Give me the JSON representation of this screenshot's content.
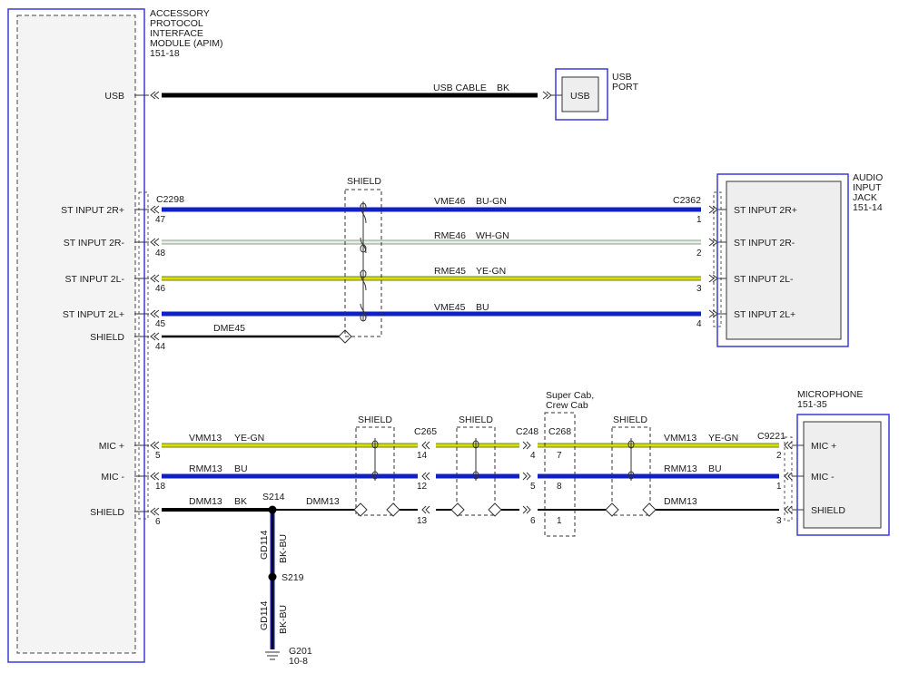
{
  "apim": {
    "name_lines": [
      "ACCESSORY",
      "PROTOCOL",
      "INTERFACE",
      "MODULE (APIM)",
      "151-18"
    ],
    "connector": "C2298"
  },
  "usb_port": {
    "name_lines": [
      "USB",
      "PORT"
    ],
    "inner": "USB"
  },
  "audio_jack": {
    "name_lines": [
      "AUDIO",
      "INPUT",
      "JACK",
      "151-14"
    ],
    "connector": "C2362"
  },
  "microphone": {
    "name_lines": [
      "MICROPHONE",
      "151-35"
    ],
    "connector": "C9221"
  },
  "colors": {
    "BK": "#000000",
    "BU": "#1020c8",
    "BU-GN": "#1020c8",
    "WH-GN": "#dfe9df",
    "YE-GN": "#d8e000",
    "frame": "#3b3bd6"
  },
  "usb_wire": {
    "apim_label": "USB",
    "circuit": "USB CABLE",
    "color": "BK"
  },
  "audio_wires": [
    {
      "apim_label": "ST INPUT 2R+",
      "apim_pin": "47",
      "circuit": "VME46",
      "color": "BU-GN",
      "jack_pin": "1",
      "jack_label": "ST INPUT 2R+"
    },
    {
      "apim_label": "ST INPUT 2R-",
      "apim_pin": "48",
      "circuit": "RME46",
      "color": "WH-GN",
      "jack_pin": "2",
      "jack_label": "ST INPUT 2R-"
    },
    {
      "apim_label": "ST INPUT 2L-",
      "apim_pin": "46",
      "circuit": "RME45",
      "color": "YE-GN",
      "jack_pin": "3",
      "jack_label": "ST INPUT 2L-"
    },
    {
      "apim_label": "ST INPUT 2L+",
      "apim_pin": "45",
      "circuit": "VME45",
      "color": "BU",
      "jack_pin": "4",
      "jack_label": "ST INPUT 2L+"
    }
  ],
  "audio_shield": {
    "apim_label": "SHIELD",
    "apim_pin": "44",
    "circuit": "DME45",
    "box_label": "SHIELD"
  },
  "mic_wires": [
    {
      "apim_label": "MIC +",
      "apim_pin": "5",
      "circuit": "VMM13",
      "color": "YE-GN",
      "c265": "14",
      "c248": "4",
      "c268": "7",
      "mic_pin": "2",
      "mic_label": "MIC +"
    },
    {
      "apim_label": "MIC -",
      "apim_pin": "18",
      "circuit": "RMM13",
      "color": "BU",
      "c265": "12",
      "c248": "5",
      "c268": "8",
      "mic_pin": "1",
      "mic_label": "MIC -"
    },
    {
      "apim_label": "SHIELD",
      "apim_pin": "6",
      "circuit": "DMM13",
      "color": "BK",
      "c265": "13",
      "c248": "6",
      "c268": "1",
      "mic_pin": "3",
      "mic_label": "SHIELD"
    }
  ],
  "inline_connectors": {
    "c265": "C265",
    "c248": "C248",
    "c268": "C268",
    "c268_note": [
      "Super Cab,",
      "Crew Cab"
    ]
  },
  "shield_box_label": "SHIELD",
  "ground": {
    "splice1": "S214",
    "splice2": "S219",
    "circuit": "GD114",
    "color": "BK-BU",
    "ground_id": "G201",
    "ground_ref": "10-8"
  }
}
